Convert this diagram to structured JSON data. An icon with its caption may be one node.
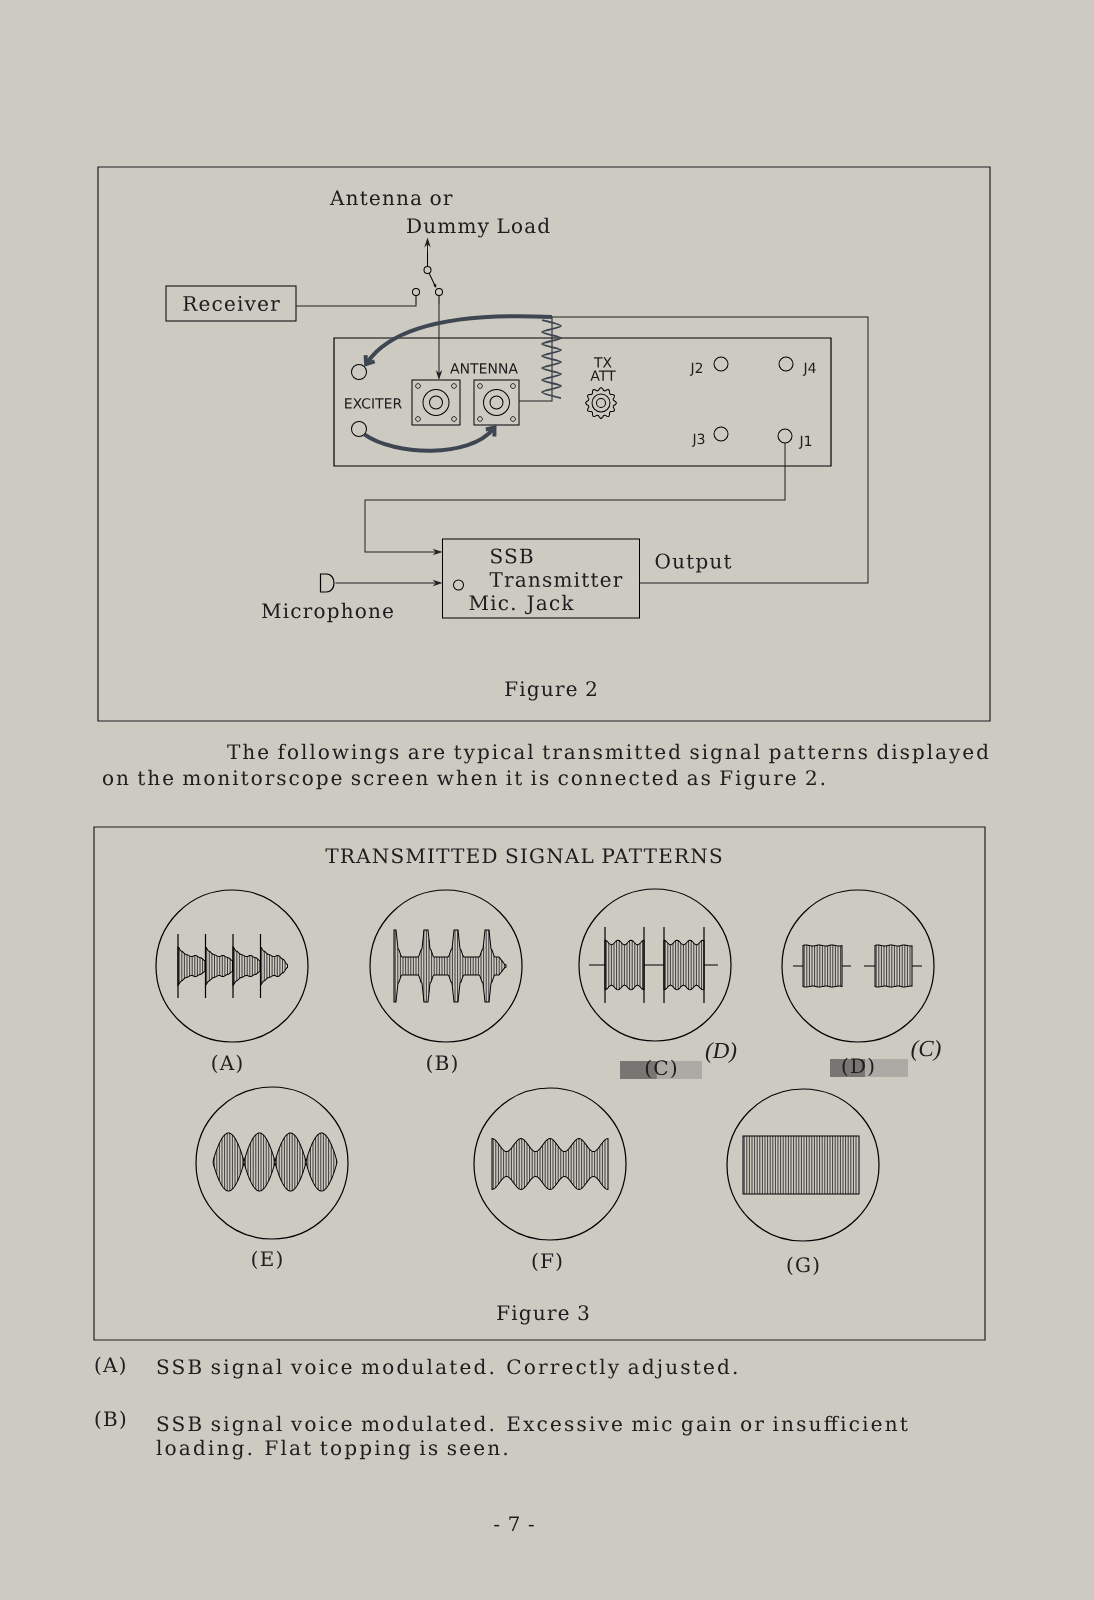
{
  "diagram": {
    "nodes": [
      {
        "text": [
          "Antenna or Dummy Load"
        ]
      },
      {
        "text": [],
        "shape": "switch"
      },
      {
        "text": [
          "Receiver"
        ]
      },
      {
        "text": [],
        "shape": "box"
      },
      {
        "text": [],
        "shape": "circle",
        "in": 3
      },
      {
        "text": [],
        "shape": "circle",
        "in": 3
      },
      {
        "text": [],
        "shape": "connector",
        "in": 3
      },
      {
        "text": [],
        "shape": "connector",
        "in": 3
      },
      {
        "text": [],
        "shape": "circle",
        "in": 3,
        "beside": [
          "J2"
        ]
      },
      {
        "text": [],
        "shape": "circle",
        "in": 3,
        "beside": [
          "J4"
        ]
      },
      {
        "text": [],
        "shape": "circle",
        "in": 3,
        "beside": [
          "J3"
        ]
      },
      {
        "text": [],
        "shape": "circle",
        "in": 3,
        "beside": [
          "J1"
        ]
      },
      {
        "text": [
          "Microphone"
        ]
      },
      {
        "text": [
          "SSB Transmitter"
        ]
      },
      {
        "text": [],
        "shape": "circle",
        "in": 13,
        "beside": [
          "Mic. Jack"
        ]
      }
    ],
    "edges": [
      {
        "from": 1,
        "to": 0,
        "arrow": "to"
      },
      {
        "from": 2,
        "to": 1,
        "arrow": "none"
      },
      {
        "from": 1,
        "to": 6,
        "arrow": "to"
      },
      {
        "from": 13,
        "to": 7,
        "arrow": "none",
        "label": "Output"
      },
      {
        "from": null,
        "to": 4,
        "arrow": "to",
        "style": "thick",
        "color": "#3e4652"
      },
      {
        "from": 5,
        "to": 7,
        "arrow": "to",
        "style": "thick",
        "color": "#3e4652"
      },
      {
        "from": 11,
        "to": 13,
        "arrow": "to"
      },
      {
        "from": 12,
        "to": 13,
        "arrow": "to"
      }
    ],
    "labels": [
      "ANTENNA",
      "TX ATT",
      "EXCITER",
      "Figure 2",
      "The followings are typical transmitted signal patterns displayed on the monitorscope screen when it is connected as Figure 2.",
      "TRANSMITTED SIGNAL PATTERNS",
      "(A)",
      "(B)",
      "(C)",
      "(D)",
      "(D)",
      "(C)",
      "(E)",
      "(F)",
      "(G)",
      "Figure 3",
      "(A)",
      "SSB signal voice modulated. Correctly adjusted.",
      "(B)",
      "SSB signal voice modulated. Excessive mic gain or insufficient loading. Flat topping is seen.",
      "- 7 -"
    ]
  }
}
